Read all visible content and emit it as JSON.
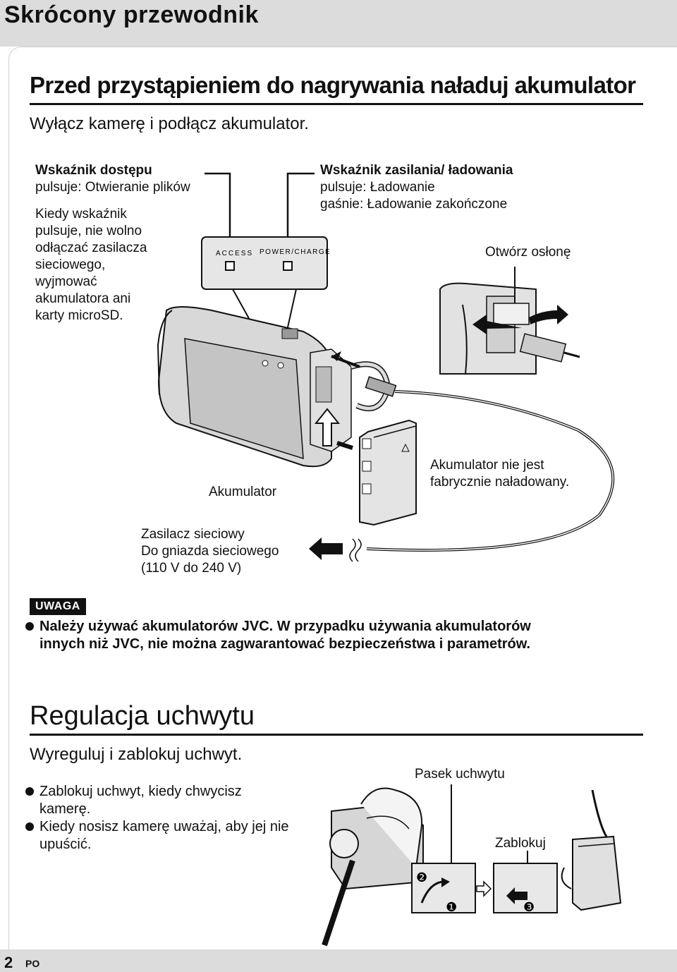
{
  "header": {
    "title": "Skrócony przewodnik"
  },
  "section1": {
    "title": "Przed przystąpieniem do nagrywania naładuj akumulator",
    "subtitle": "Wyłącz kamerę i podłącz akumulator.",
    "access_indicator": {
      "title": "Wskaźnik dostępu",
      "status": "pulsuje: Otwieranie plików",
      "warning": [
        "Kiedy wskaźnik",
        "pulsuje, nie wolno",
        "odłączać zasilacza",
        "sieciowego,",
        "wyjmować",
        "akumulatora ani",
        "karty microSD."
      ]
    },
    "panel_labels": {
      "access": "ACCESS",
      "power": "POWER/CHARGE"
    },
    "power_indicator": {
      "title": "Wskaźnik zasilania/ ładowania",
      "line1": "pulsuje: Ładowanie",
      "line2": "gaśnie: Ładowanie zakończone"
    },
    "open_cover": "Otwórz osłonę",
    "battery": "Akumulator",
    "battery_note": [
      "Akumulator nie jest",
      "fabrycznie naładowany."
    ],
    "ac_adapter": [
      "Zasilacz sieciowy",
      "Do gniazda sieciowego",
      "(110 V do 240 V)"
    ]
  },
  "notice": {
    "badge": "UWAGA",
    "line1": "Należy używać akumulatorów JVC. W przypadku używania akumulatorów",
    "line2": "innych niż JVC, nie można zagwarantować bezpieczeństwa i parametrów."
  },
  "section2": {
    "title": "Regulacja uchwytu",
    "subtitle": "Wyreguluj i zablokuj uchwyt.",
    "bullets": [
      "Zablokuj uchwyt, kiedy chwycisz kamerę.",
      "Kiedy nosisz kamerę uważaj, aby jej nie upuścić."
    ],
    "strap_label": "Pasek uchwytu",
    "lock_label": "Zablokuj",
    "steps": [
      "❷",
      "❶",
      "❸"
    ]
  },
  "footer": {
    "page": "2",
    "lang": "PO"
  }
}
